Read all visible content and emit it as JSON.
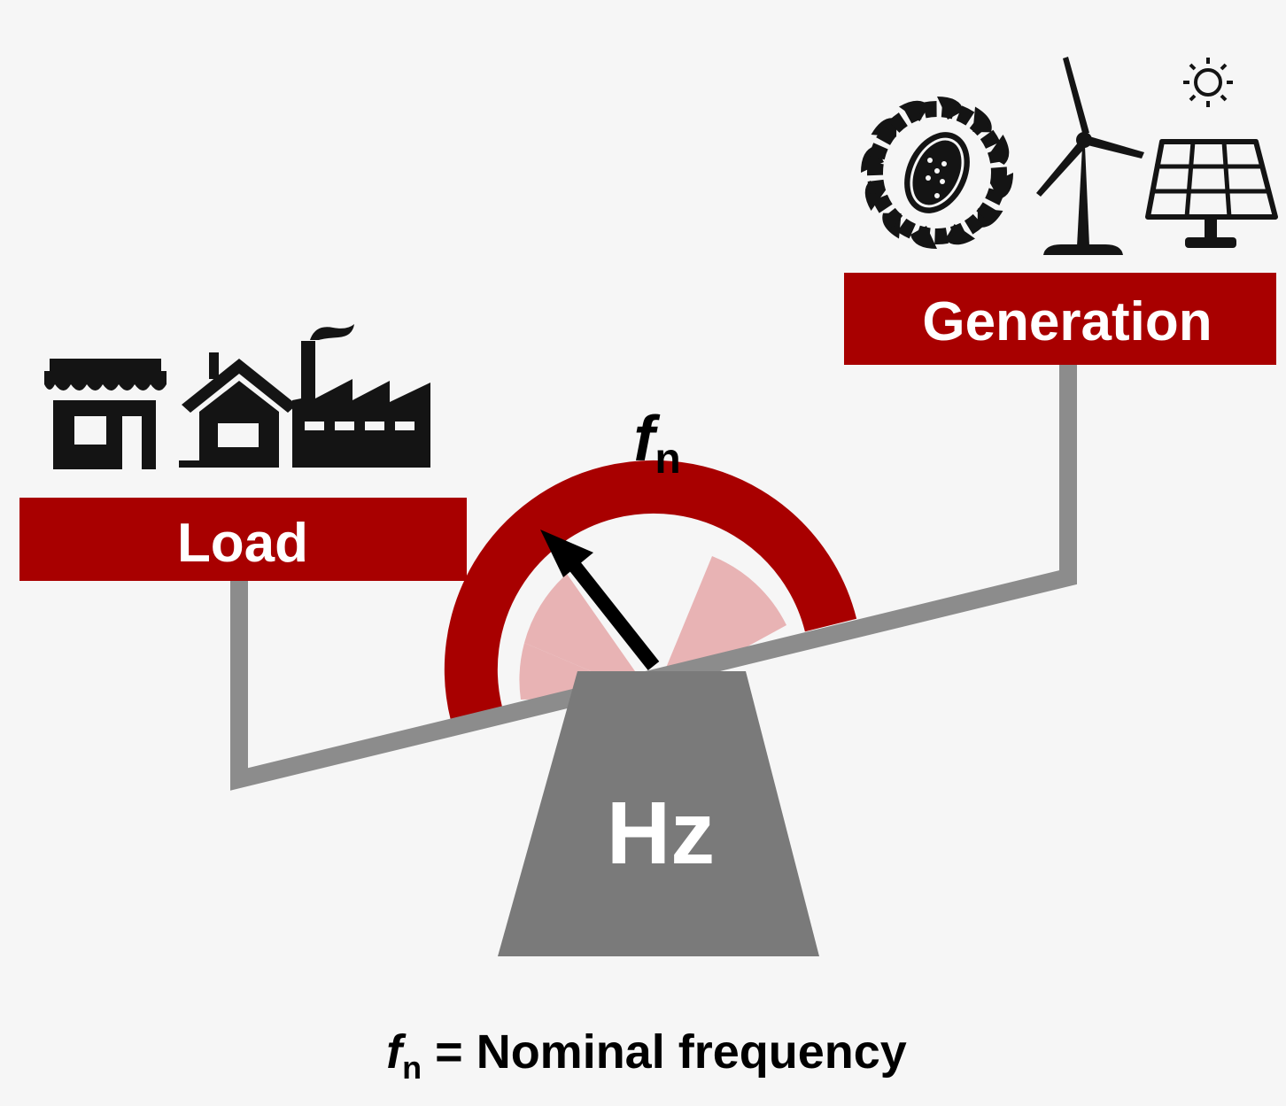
{
  "labels": {
    "load": "Load",
    "generation": "Generation",
    "fulcrum_unit": "Hz",
    "gauge_symbol_main": "f",
    "gauge_symbol_sub": "n",
    "legend_symbol_main": "f",
    "legend_symbol_sub": "n",
    "legend_text": " = Nominal frequency"
  },
  "icons": {
    "load_side": [
      "shop-icon",
      "house-icon",
      "factory-icon"
    ],
    "generation_side": [
      "water-turbine-icon",
      "wind-turbine-icon",
      "solar-panel-icon"
    ]
  },
  "colors": {
    "accent_red": "#a80000",
    "light_red": "#e8b3b4",
    "beam_gray": "#8c8c8c",
    "fulcrum_gray": "#7a7a7a",
    "icon_black": "#141414",
    "background": "#f6f6f6"
  }
}
